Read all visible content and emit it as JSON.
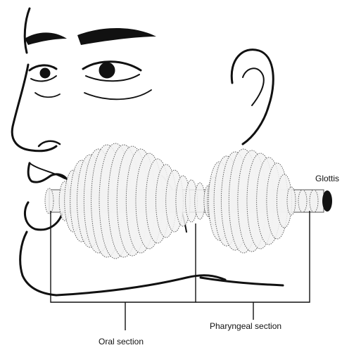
{
  "labels": {
    "glottis": "Glottis",
    "oral_section": "Oral section",
    "pharyngeal_section": "Pharyngeal section"
  },
  "colors": {
    "ink": "#111111",
    "tube_fill": "#f2f2f2",
    "tube_stroke": "#555555",
    "glottis_fill": "#111111"
  }
}
